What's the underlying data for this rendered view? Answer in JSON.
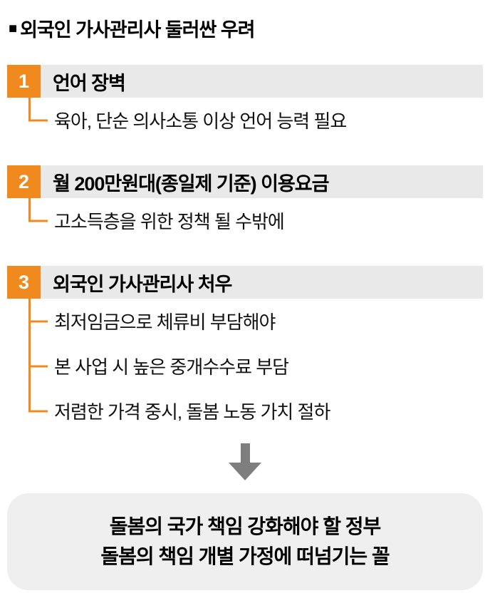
{
  "title_bullet": "■",
  "title": "외국인 가사관리사 둘러싼 우려",
  "colors": {
    "accent": "#F18A1E",
    "bar_bg": "#E9E9E9",
    "arrow": "#7E7E7E",
    "box_bg": "#EFEFEF"
  },
  "sections": [
    {
      "number": "1",
      "heading": "언어 장벽",
      "items": [
        "육아, 단순 의사소통 이상 언어 능력 필요"
      ]
    },
    {
      "number": "2",
      "heading": "월 200만원대(종일제 기준) 이용요금",
      "items": [
        "고소득층을 위한 정책 될 수밖에"
      ]
    },
    {
      "number": "3",
      "heading": "외국인 가사관리사 처우",
      "items": [
        "최저임금으로 체류비 부담해야",
        "본 사업 시 높은 중개수수료 부담",
        "저렴한 가격 중시, 돌봄 노동 가치 절하"
      ]
    }
  ],
  "conclusion": {
    "lines": [
      "돌봄의 국가 책임 강화해야 할 정부",
      "돌봄의 책임 개별 가정에 떠넘기는 꼴"
    ]
  }
}
